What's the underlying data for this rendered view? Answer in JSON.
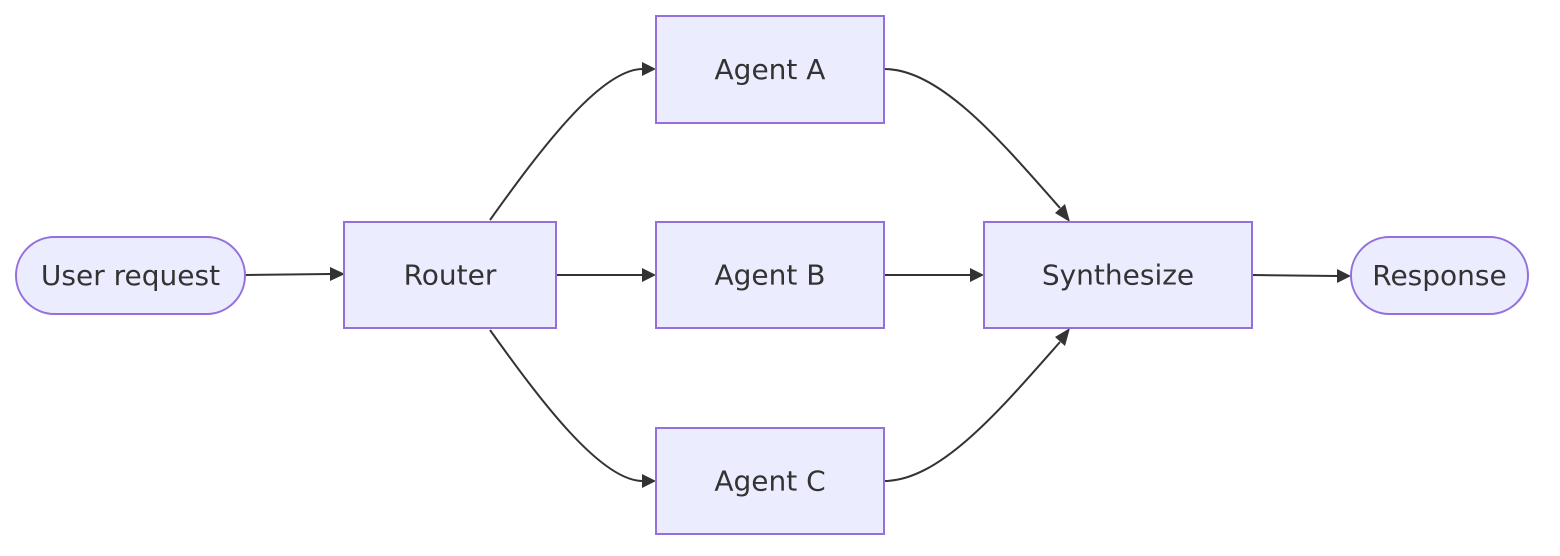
{
  "diagram": {
    "type": "flowchart",
    "direction": "left-to-right",
    "colors": {
      "node_fill": "#ececff",
      "node_stroke": "#9370db",
      "edge": "#333333",
      "text": "#333333"
    },
    "nodes": {
      "user_request": {
        "label": "User request",
        "shape": "stadium"
      },
      "router": {
        "label": "Router",
        "shape": "rectangle"
      },
      "agent_a": {
        "label": "Agent A",
        "shape": "rectangle"
      },
      "agent_b": {
        "label": "Agent B",
        "shape": "rectangle"
      },
      "agent_c": {
        "label": "Agent C",
        "shape": "rectangle"
      },
      "synthesize": {
        "label": "Synthesize",
        "shape": "rectangle"
      },
      "response": {
        "label": "Response",
        "shape": "stadium"
      }
    },
    "edges": [
      {
        "from": "user_request",
        "to": "router"
      },
      {
        "from": "router",
        "to": "agent_a"
      },
      {
        "from": "router",
        "to": "agent_b"
      },
      {
        "from": "router",
        "to": "agent_c"
      },
      {
        "from": "agent_a",
        "to": "synthesize"
      },
      {
        "from": "agent_b",
        "to": "synthesize"
      },
      {
        "from": "agent_c",
        "to": "synthesize"
      },
      {
        "from": "synthesize",
        "to": "response"
      }
    ]
  }
}
